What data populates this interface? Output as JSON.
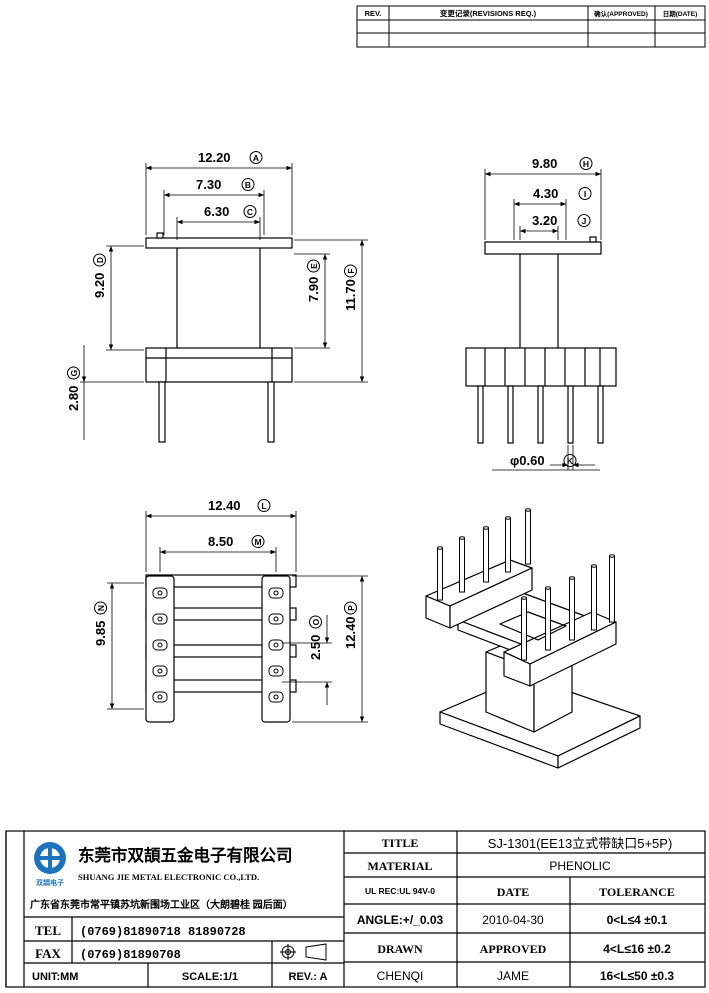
{
  "revision_block": {
    "rev_header": "REV.",
    "change_header": "变更记录(REVISIONS REQ.)",
    "approved_header": "确认(APPROVED)",
    "date_header": "日期(DATE)"
  },
  "dimensions": {
    "A": {
      "value": "12.20",
      "letter": "A"
    },
    "B": {
      "value": "7.30",
      "letter": "B"
    },
    "C": {
      "value": "6.30",
      "letter": "C"
    },
    "D": {
      "value": "9.20",
      "letter": "D"
    },
    "E": {
      "value": "7.90",
      "letter": "E"
    },
    "F": {
      "value": "11.70",
      "letter": "F"
    },
    "G": {
      "value": "2.80",
      "letter": "G"
    },
    "H": {
      "value": "9.80",
      "letter": "H"
    },
    "I": {
      "value": "4.30",
      "letter": "I"
    },
    "J": {
      "value": "3.20",
      "letter": "J"
    },
    "K": {
      "value": "φ0.60",
      "letter": "K"
    },
    "L": {
      "value": "12.40",
      "letter": "L"
    },
    "M": {
      "value": "8.50",
      "letter": "M"
    },
    "N": {
      "value": "9.85",
      "letter": "N"
    },
    "O": {
      "value": "2.50",
      "letter": "O"
    },
    "P": {
      "value": "12.40",
      "letter": "P"
    }
  },
  "title_block": {
    "company_cn": "东莞市双頡五金电子有限公司",
    "company_en": "SHUANG JIE METAL ELECTRONIC CO.,LTD.",
    "logo_text": "双頡电子",
    "address": "广东省东莞市常平镇苏坑新围场工业区（大朗碧桂 园后面）",
    "tel_label": "TEL",
    "tel_value": "(0769)81890718  81890728",
    "fax_label": "FAX",
    "fax_value": "(0769)81890708",
    "unit_label": "UNIT:MM",
    "scale_label": "SCALE:1/1",
    "rev_label": "REV.: A",
    "title_label": "TITLE",
    "title_value": "SJ-1301(EE13立式带缺口5+5P)",
    "material_label": "MATERIAL",
    "material_value": "PHENOLIC",
    "ul_label": "UL REC:UL 94V-0",
    "date_label": "DATE",
    "tolerance_label": "TOLERANCE",
    "angle_label": "ANGLE:+/_0.03",
    "date_value": "2010-04-30",
    "tol_1": "0<L≤4   ±0.1",
    "drawn_label": "DRAWN",
    "approved_label": "APPROVED",
    "tol_2": "4<L≤16  ±0.2",
    "drawn_value": "CHENQI",
    "approved_value": "JAME",
    "tol_3": "16<L≤50  ±0.3"
  },
  "colors": {
    "line": "#000000",
    "logo_blue": "#1e73be"
  }
}
